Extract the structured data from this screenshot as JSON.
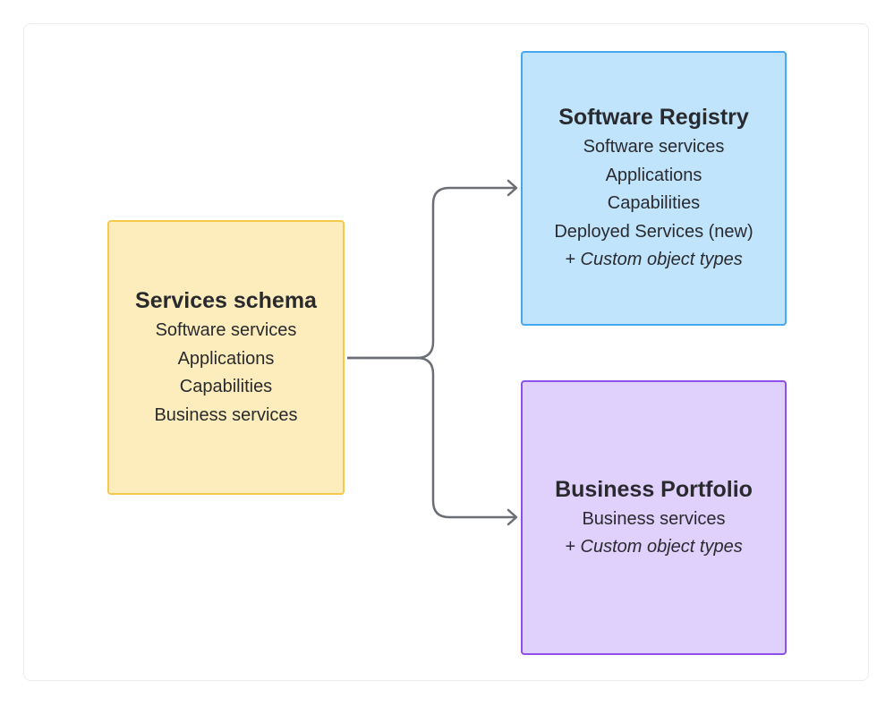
{
  "source": {
    "title": "Services schema",
    "items": [
      "Software services",
      "Applications",
      "Capabilities",
      "Business services"
    ]
  },
  "registry": {
    "title": "Software Registry",
    "items": [
      "Software services",
      "Applications",
      "Capabilities",
      "Deployed Services (new)"
    ],
    "custom": "+ Custom object types"
  },
  "portfolio": {
    "title": "Business Portfolio",
    "items": [
      "Business services"
    ],
    "custom": "+ Custom object types"
  },
  "colors": {
    "source_fill": "#fdecbc",
    "source_border": "#f6c94a",
    "registry_fill": "#c1e4fd",
    "registry_border": "#47a7ef",
    "portfolio_fill": "#dfd0fc",
    "portfolio_border": "#8f4fe9",
    "connector": "#6b6e76"
  }
}
